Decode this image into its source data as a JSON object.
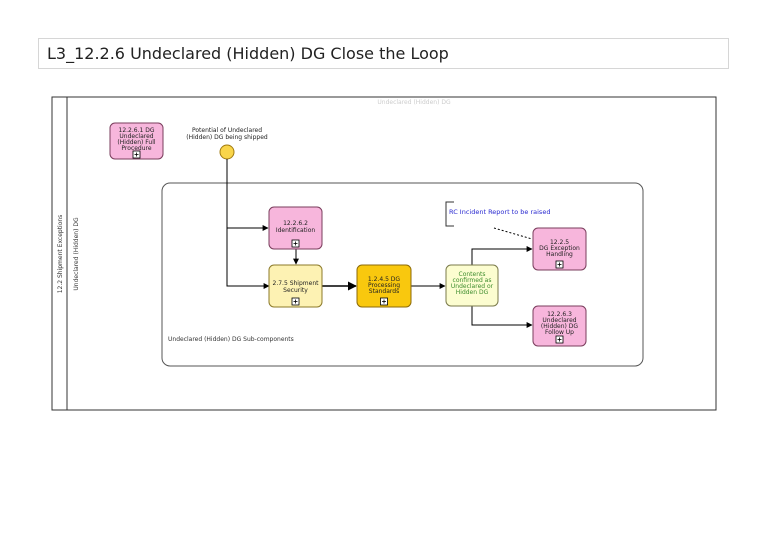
{
  "page": {
    "title": "L3_12.2.6 Undeclared (Hidden) DG Close the Loop"
  },
  "pool": {
    "outer_label": "12.2 Shipment Exceptions",
    "lane_label": "Undeclared (Hidden) DG",
    "top_label": "Undeclared (Hidden) DG"
  },
  "subprocess": {
    "label": "Undeclared (Hidden) DG Sub-components"
  },
  "start_event": {
    "label_line1": "Potential of Undeclared",
    "label_line2": "(Hidden) DG being shipped"
  },
  "tasks": {
    "t12261": {
      "lines": [
        "12.2.6.1 DG",
        "Undeclared",
        "(Hidden) Full",
        "Procedure"
      ]
    },
    "t12262": {
      "lines": [
        "12.2.6.2",
        "Identification"
      ]
    },
    "t275": {
      "lines": [
        "2.7.5 Shipment",
        "Security"
      ]
    },
    "t1245": {
      "lines": [
        "1.2.4.5 DG",
        "Processing",
        "Standards"
      ]
    },
    "t1225": {
      "lines": [
        "12.2.5",
        "DG Exception",
        "Handling"
      ]
    },
    "t12263": {
      "lines": [
        "12.2.6.3",
        "Undeclared",
        "(Hidden) DG",
        "Follow Up"
      ]
    }
  },
  "gateway": {
    "lines": [
      "Contents",
      "confirmed as",
      "Undeclared or",
      "Hidden DG"
    ]
  },
  "annotation": {
    "text": "RC Incident Report to be raised"
  },
  "colors": {
    "pink_fill": "#f7b6dc",
    "pink_stroke": "#7a3d5c",
    "yellow_fill": "#fdf2b3",
    "gold_fill": "#f9c80e",
    "gateway_fill": "#fcfdd0",
    "gateway_text": "#3c8c2c",
    "annotation_text": "#2a2ad0",
    "start_fill": "#f9d54a"
  }
}
